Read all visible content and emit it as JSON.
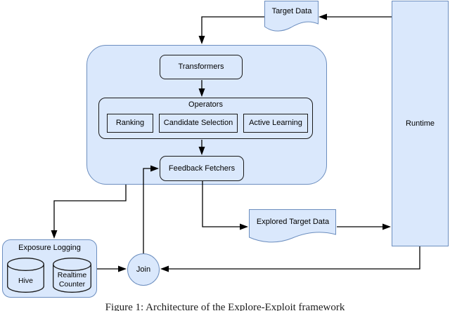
{
  "figure": {
    "caption": "Figure 1: Architecture of the Explore-Exploit framework"
  },
  "colors": {
    "node_fill": "#dae8fc",
    "group_stroke": "#6c8ebf",
    "process_stroke": "#1a1a1a",
    "connector": "#000000"
  },
  "nodes": {
    "target_data": {
      "label": "Target Data",
      "shape": "document"
    },
    "runtime": {
      "label": "Runtime",
      "shape": "rectangle"
    },
    "pipeline": {
      "transformers": {
        "label": "Transformers"
      },
      "operators": {
        "label": "Operators",
        "children": [
          {
            "label": "Ranking"
          },
          {
            "label": "Candidate Selection"
          },
          {
            "label": "Active Learning"
          }
        ]
      },
      "feedback_fetchers": {
        "label": "Feedback Fetchers"
      }
    },
    "explored_target_data": {
      "label": "Explored Target Data",
      "shape": "document"
    },
    "exposure_logging": {
      "label": "Exposure Logging",
      "children": [
        {
          "label": "Hive"
        },
        {
          "label": "Realtime Counter"
        }
      ]
    },
    "join": {
      "label": "Join",
      "shape": "circle"
    }
  }
}
